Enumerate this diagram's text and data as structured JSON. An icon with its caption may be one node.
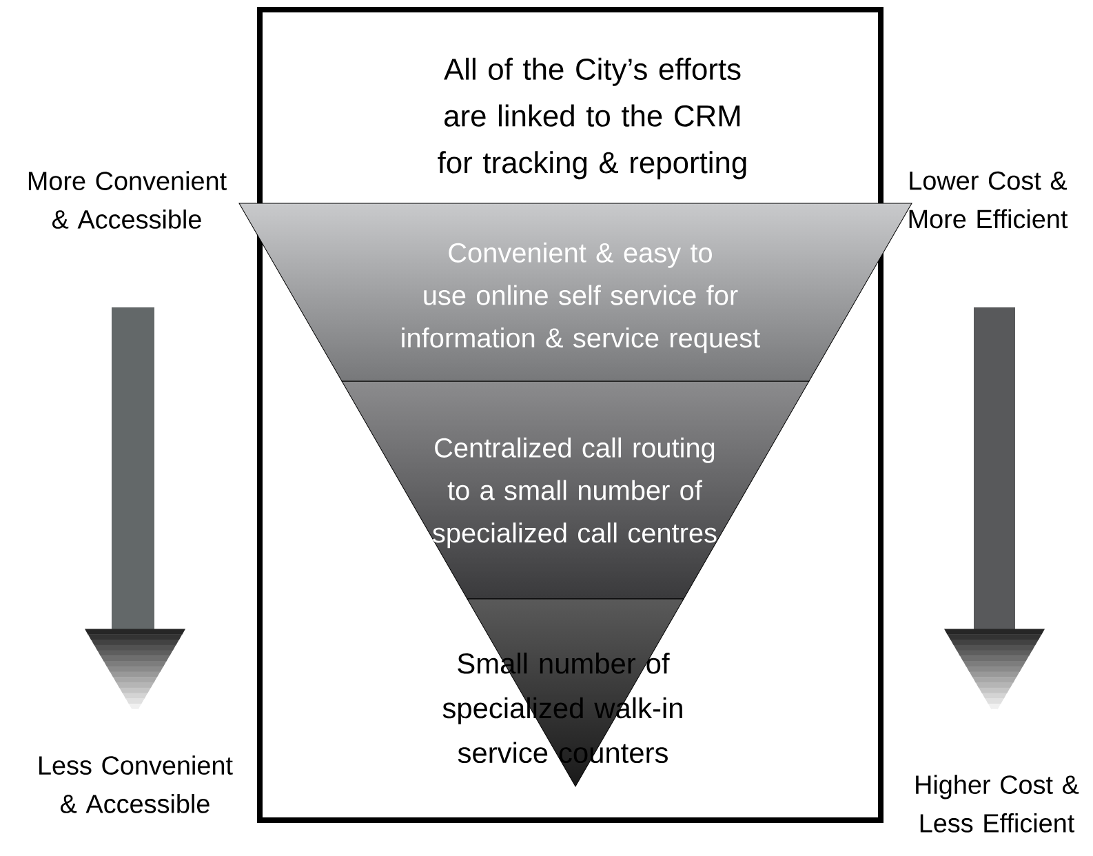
{
  "diagram": {
    "nodes": [
      {
        "text": [
          "All of the City’s efforts are linked to the CRM for tracking & reporting"
        ]
      },
      {
        "text": [
          "Convenient & easy to use online self service for information & service request"
        ]
      },
      {
        "text": [
          "Centralized call routing to a small number of specialized call centres"
        ],
        "in": 0
      },
      {
        "text": [
          "Small number of specialized walk-in service counters"
        ],
        "in": 0
      }
    ],
    "labels": [
      "More Convenient & Accessible",
      "Lower Cost & More Efficient",
      "Less Convenient & Accessible",
      "Higher Cost & Less Efficient"
    ]
  }
}
